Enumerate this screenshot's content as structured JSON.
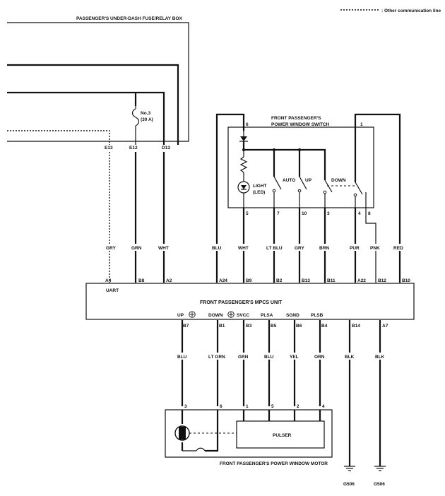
{
  "legend": {
    "other_comm_line": ": Other communication line"
  },
  "fuse_box": {
    "title": "PASSENGER'S UNDER-DASH FUSE/RELAY BOX",
    "fuse_label": "No.3",
    "fuse_rating": "(30 A)",
    "terminals": [
      "E13",
      "E12",
      "D13"
    ]
  },
  "switch": {
    "title_line1": "FRONT PASSENGER'S",
    "title_line2": "POWER WINDOW SWITCH",
    "light_label_line1": "LIGHT",
    "light_label_line2": "(LED)",
    "auto_label": "AUTO",
    "up_label": "UP",
    "down_label": "DOWN",
    "top_pins": [
      "6",
      "1"
    ],
    "bottom_pins": [
      "5",
      "7",
      "10",
      "3",
      "4",
      "8"
    ]
  },
  "wire_colors_top": [
    "GRY",
    "GRN",
    "WHT",
    "BLU",
    "WHT",
    "LT BLU",
    "GRY",
    "BRN",
    "PUR",
    "PNK",
    "RED"
  ],
  "mpcs": {
    "title": "FRONT PASSENGER'S MPCS UNIT",
    "uart_label": "UART",
    "top_terminals": [
      "A4",
      "B8",
      "A2",
      "A24",
      "B9",
      "B2",
      "B13",
      "B11",
      "A22",
      "B12",
      "B10"
    ],
    "up_label": "UP",
    "down_label": "DOWN",
    "svcc_label": "SVCC",
    "plsa_label": "PLSA",
    "sgnd_label": "SGND",
    "plsb_label": "PLSB",
    "bottom_terminals": [
      "B7",
      "B1",
      "B3",
      "B5",
      "B6",
      "B4",
      "B14",
      "A7"
    ]
  },
  "wire_colors_bottom": [
    "BLU",
    "LT GRN",
    "GRN",
    "BLU",
    "YEL",
    "ORN",
    "BLK",
    "BLK"
  ],
  "motor": {
    "title": "FRONT PASSENGER'S POWER WINDOW MOTOR",
    "pulser_label": "PULSER",
    "pins": [
      "3",
      "6",
      "1",
      "5",
      "2",
      "4"
    ]
  },
  "grounds": [
    "G506",
    "G506"
  ]
}
